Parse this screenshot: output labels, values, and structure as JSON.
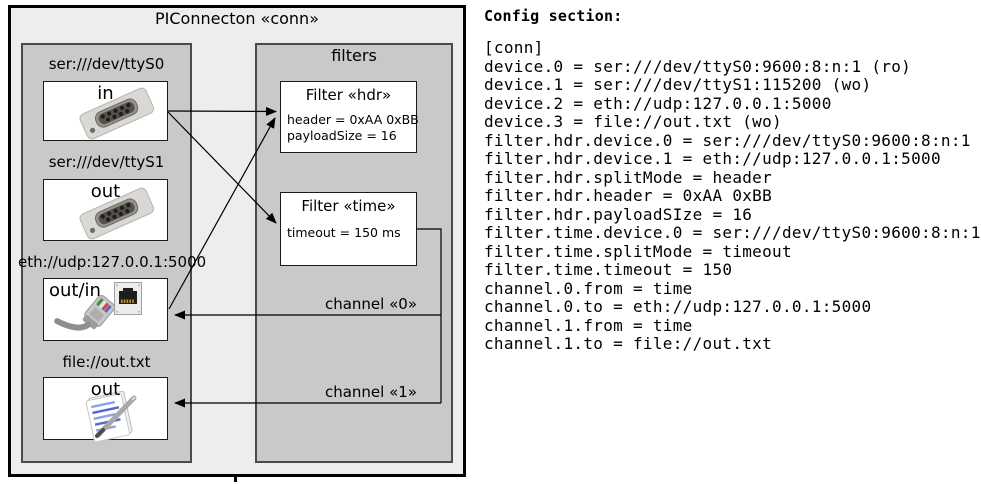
{
  "diagram": {
    "title": "PIConnecton «conn»",
    "devices_panel": {
      "devices": [
        {
          "url": "ser:///dev/ttyS0",
          "port": "in",
          "icon": "serial-connector-icon"
        },
        {
          "url": "ser:///dev/ttyS1",
          "port": "out",
          "icon": "serial-connector-icon"
        },
        {
          "url": "eth://udp:127.0.0.1:5000",
          "port": "out/in",
          "icon": "ethernet-connector-icon"
        },
        {
          "url": "file://out.txt",
          "port": "out",
          "icon": "notepad-pen-icon"
        }
      ]
    },
    "filters_panel": {
      "title": "filters",
      "filters": [
        {
          "title": "Filter «hdr»",
          "params": [
            "header = 0xAA 0xBB",
            "payloadSize = 16"
          ]
        },
        {
          "title": "Filter «time»",
          "params": [
            "timeout = 150 ms"
          ]
        }
      ],
      "channels": [
        {
          "label": "channel «0»"
        },
        {
          "label": "channel «1»"
        }
      ]
    },
    "colors": {
      "outer_bg": "#ededed",
      "panel_bg": "#c9c9c9",
      "box_bg": "#ffffff",
      "line": "#000000"
    }
  },
  "config": {
    "heading": "Config section:",
    "lines": [
      "[conn]",
      "device.0 = ser:///dev/ttyS0:9600:8:n:1 (ro)",
      "device.1 = ser:///dev/ttyS1:115200 (wo)",
      "device.2 = eth://udp:127.0.0.1:5000",
      "device.3 = file://out.txt (wo)",
      "filter.hdr.device.0 = ser:///dev/ttyS0:9600:8:n:1",
      "filter.hdr.device.1 = eth://udp:127.0.0.1:5000",
      "filter.hdr.splitMode = header",
      "filter.hdr.header = 0xAA 0xBB",
      "filter.hdr.payloadSIze = 16",
      "filter.time.device.0 = ser:///dev/ttyS0:9600:8:n:1",
      "filter.time.splitMode = timeout",
      "filter.time.timeout = 150",
      "channel.0.from = time",
      "channel.0.to = eth://udp:127.0.0.1:5000",
      "channel.1.from = time",
      "channel.1.to = file://out.txt"
    ]
  }
}
